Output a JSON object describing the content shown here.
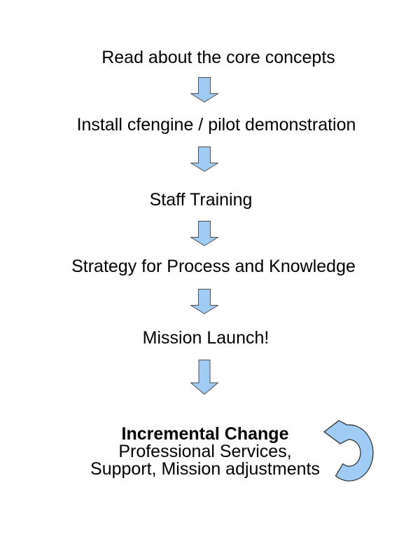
{
  "diagram": {
    "background_color": "#ffffff",
    "text_color": "#000000",
    "arrow_fill_color": "#9fcbf5",
    "arrow_outline_color": "#4d4d4d",
    "loop_fill_color": "#9fcbf5",
    "loop_outline_color": "#262626",
    "steps": [
      {
        "label": "Read about the core concepts"
      },
      {
        "label": "Install cfengine / pilot demonstration"
      },
      {
        "label": "Staff Training"
      },
      {
        "label": "Strategy for Process and Knowledge"
      },
      {
        "label": "Mission Launch!"
      }
    ],
    "final_step": {
      "title": "Incremental Change",
      "subtitle_line1": "Professional Services,",
      "subtitle_line2": "Support, Mission adjustments"
    },
    "icons": {
      "down_arrow": "down-arrow-icon",
      "loop_arrow": "loop-arrow-icon"
    }
  }
}
